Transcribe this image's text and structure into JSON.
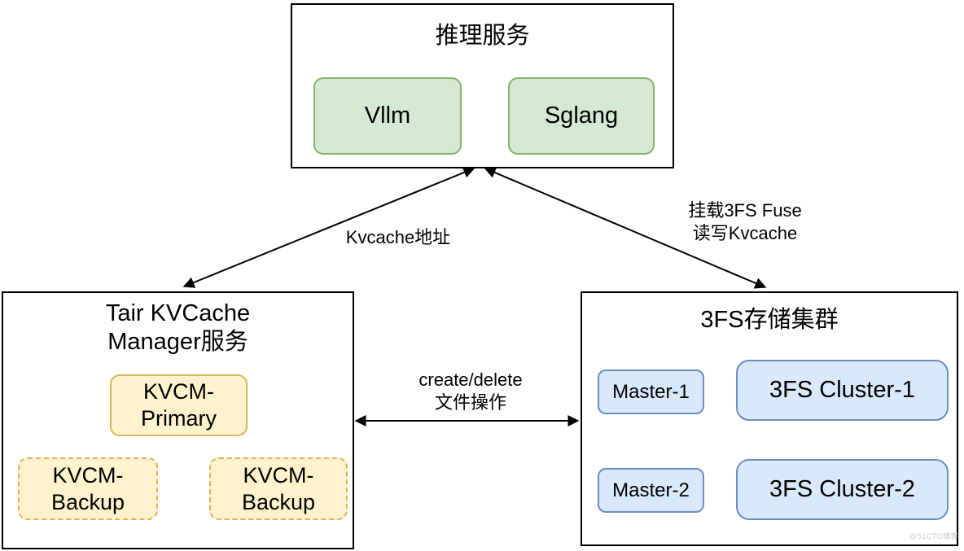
{
  "inference": {
    "title": "推理服务",
    "nodes": [
      {
        "label": "Vllm"
      },
      {
        "label": "Sglang"
      }
    ]
  },
  "kvcm": {
    "title_line1": "Tair KVCache",
    "title_line2": "Manager服务",
    "primary_line1": "KVCM-",
    "primary_line2": "Primary",
    "backup1_line1": "KVCM-",
    "backup1_line2": "Backup",
    "backup2_line1": "KVCM-",
    "backup2_line2": "Backup"
  },
  "storage": {
    "title": "3FS存储集群",
    "rows": [
      {
        "master": "Master-1",
        "cluster": "3FS Cluster-1"
      },
      {
        "master": "Master-2",
        "cluster": "3FS Cluster-2"
      }
    ]
  },
  "edges": {
    "kvcache_address": "Kvcache地址",
    "fuse_line1": "挂载3FS Fuse",
    "fuse_line2": "读写Kvcache",
    "file_ops_line1": "create/delete",
    "file_ops_line2": "文件操作"
  },
  "watermark": "@51CTO博客",
  "colors": {
    "green_fill": "#d5e8d4",
    "green_border": "#82b366",
    "yellow_fill": "#fff2cc",
    "yellow_border": "#d6b656",
    "blue_fill": "#dae8fc",
    "blue_border": "#6c8ebf",
    "line": "#000000"
  }
}
